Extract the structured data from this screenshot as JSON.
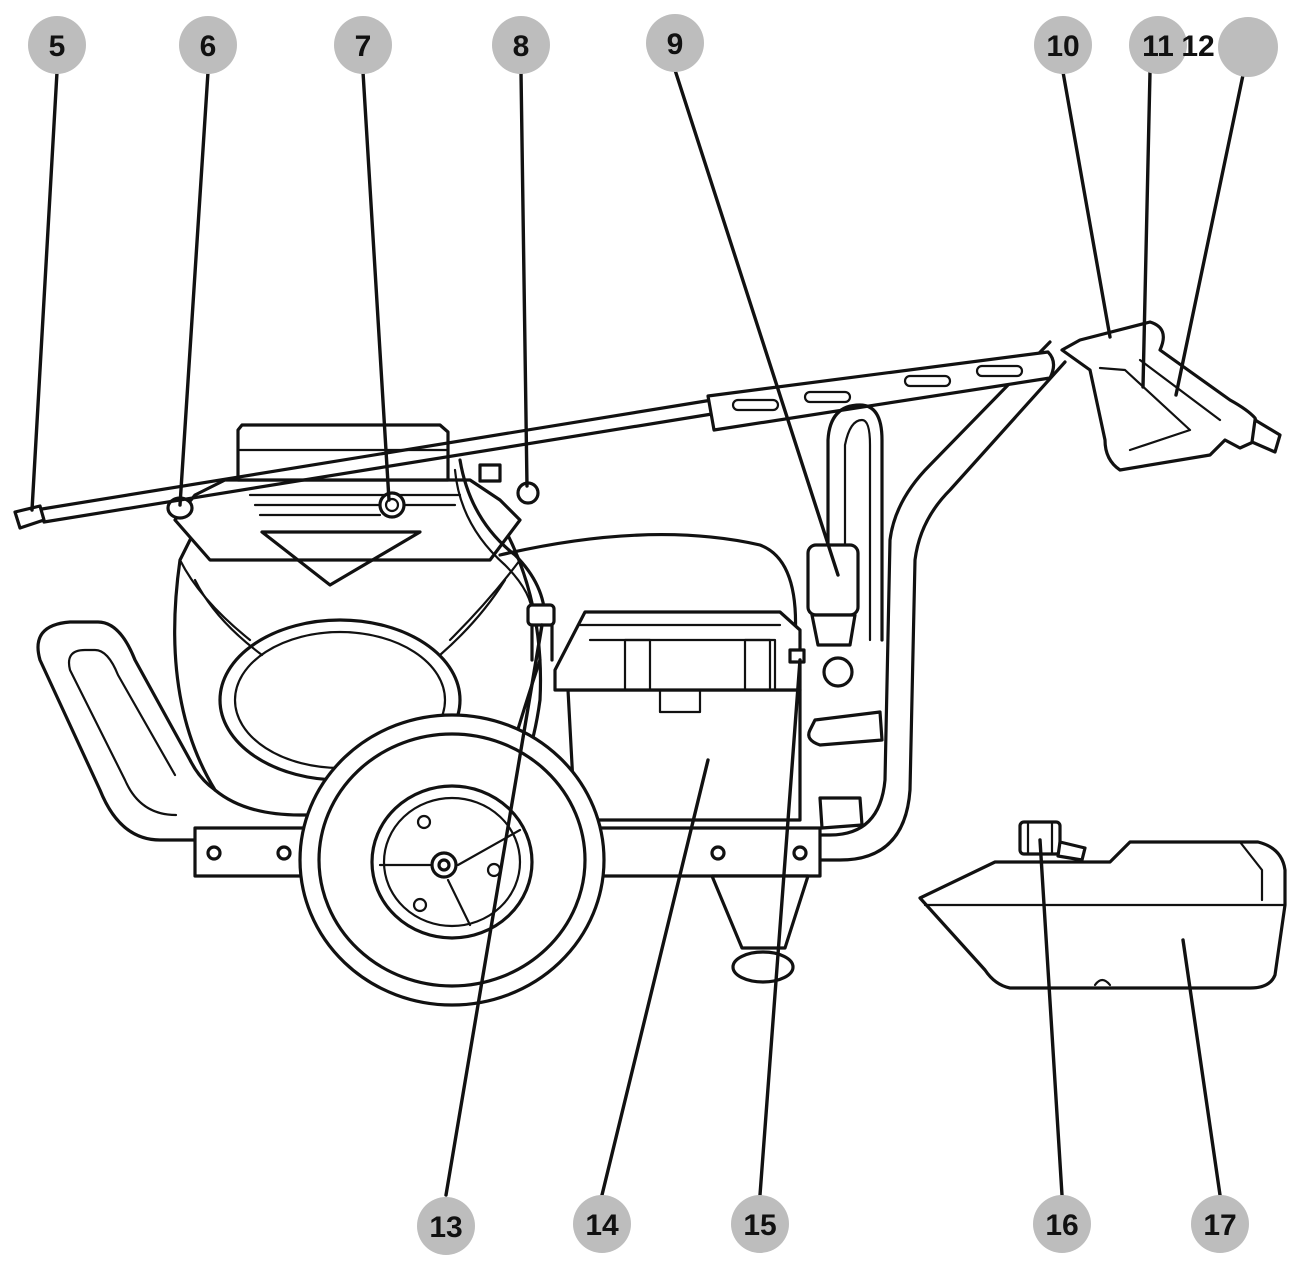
{
  "callouts": [
    {
      "id": "5",
      "label": "5"
    },
    {
      "id": "6",
      "label": "6"
    },
    {
      "id": "7",
      "label": "7"
    },
    {
      "id": "8",
      "label": "8"
    },
    {
      "id": "9",
      "label": "9"
    },
    {
      "id": "10",
      "label": "10"
    },
    {
      "id": "11",
      "label": "11"
    },
    {
      "id": "12",
      "label": "12"
    },
    {
      "id": "13",
      "label": "13"
    },
    {
      "id": "14",
      "label": "14"
    },
    {
      "id": "15",
      "label": "15"
    },
    {
      "id": "16",
      "label": "16"
    },
    {
      "id": "17",
      "label": "17"
    }
  ],
  "colors": {
    "callout_fill": "#bdbdbd",
    "line": "#111111",
    "background": "#ffffff"
  }
}
